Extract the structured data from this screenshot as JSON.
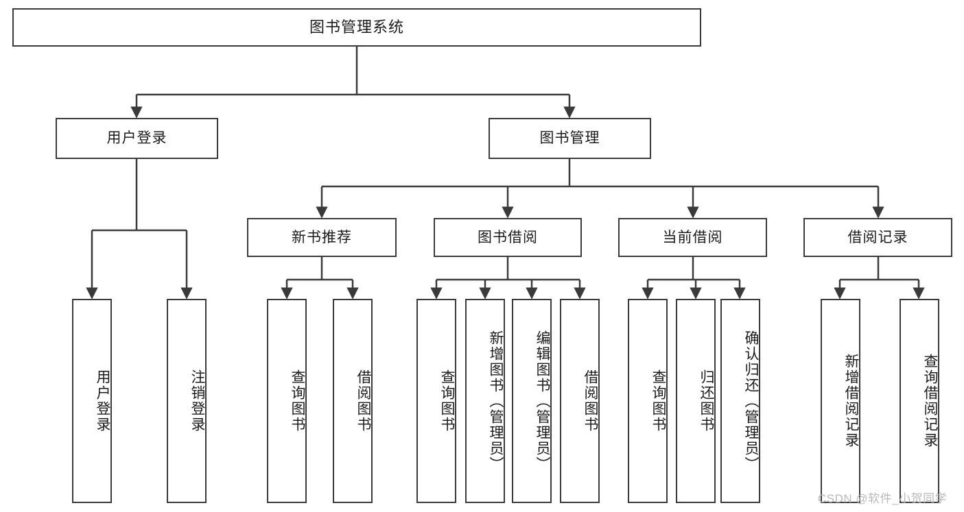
{
  "diagram": {
    "title": "图书管理系统",
    "type": "functional-structure-tree",
    "root": {
      "label": "图书管理系统"
    },
    "level1": [
      {
        "label": "用户登录"
      },
      {
        "label": "图书管理"
      }
    ],
    "level2": [
      {
        "label": "新书推荐"
      },
      {
        "label": "图书借阅"
      },
      {
        "label": "当前借阅"
      },
      {
        "label": "借阅记录"
      }
    ],
    "leaves": {
      "user_login": [
        {
          "label": "用户登录"
        },
        {
          "label": "注销登录"
        }
      ],
      "new_book_recommend": [
        {
          "label": "查询图书"
        },
        {
          "label": "借阅图书"
        }
      ],
      "book_borrow": [
        {
          "label": "查询图书"
        },
        {
          "label": "新增图书（管理员）"
        },
        {
          "label": "编辑图书（管理员）"
        },
        {
          "label": "借阅图书"
        }
      ],
      "current_borrow": [
        {
          "label": "查询图书"
        },
        {
          "label": "归还图书"
        },
        {
          "label": "确认归还（管理员）"
        }
      ],
      "borrow_record": [
        {
          "label": "新增借阅记录"
        },
        {
          "label": "查询借阅记录"
        }
      ]
    }
  },
  "watermark": {
    "text": "CSDN @软件_小贺同学"
  },
  "colors": {
    "border": "#3a3a3a",
    "text": "#1b1b1b",
    "background": "#ffffff",
    "watermark": "#b9b9b9"
  }
}
